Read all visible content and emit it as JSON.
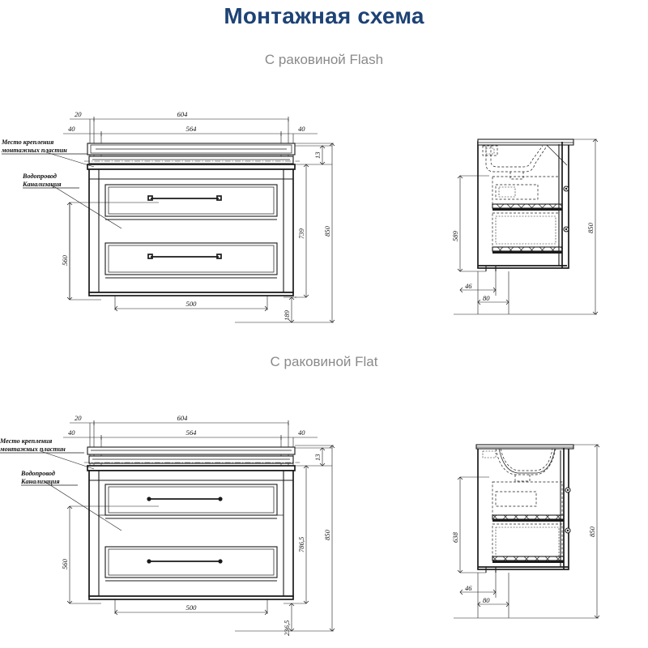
{
  "header": {
    "title": "Монтажная схема"
  },
  "sections": [
    {
      "id": "flash",
      "subtitle": "С раковиной Flash",
      "front_view": {
        "notes": [
          {
            "id": "mount-plates",
            "line1": "Место крепления",
            "line2": "монтажных пластин"
          },
          {
            "id": "plumbing",
            "line1": "Водопровод",
            "line2": "Канализация"
          }
        ],
        "dimensions": {
          "top_small_left": "20",
          "top_overall": "604",
          "second_left": "40",
          "second_inner": "564",
          "second_right": "40",
          "right_top_gap": "13",
          "right_body": "739",
          "right_overall": "850",
          "right_bottom": "189",
          "left_height": "560",
          "bottom_width": "500"
        }
      },
      "side_view": {
        "dimensions": {
          "left_height": "589",
          "right_overall": "850",
          "bottom_small": "46",
          "bottom_depth": "80"
        }
      }
    },
    {
      "id": "flat",
      "subtitle": "С раковиной Flat",
      "front_view": {
        "notes": [
          {
            "id": "mount-plates",
            "line1": "Место крепления",
            "line2": "монтажных пластин"
          },
          {
            "id": "plumbing",
            "line1": "Водопровод",
            "line2": "Канализация"
          }
        ],
        "dimensions": {
          "top_small_left": "20",
          "top_overall": "604",
          "second_left": "40",
          "second_inner": "564",
          "second_right": "40",
          "right_top_gap": "13",
          "right_body": "786,5",
          "right_overall": "850",
          "right_bottom": "236,5",
          "left_height": "560",
          "bottom_width": "500"
        }
      },
      "side_view": {
        "dimensions": {
          "left_height": "638",
          "right_overall": "850",
          "bottom_small": "46",
          "bottom_depth": "80"
        }
      }
    }
  ],
  "colors": {
    "title": "#1d4275",
    "subtitle": "#8a8a8a",
    "line": "#1a1a1a",
    "background": "#ffffff"
  }
}
